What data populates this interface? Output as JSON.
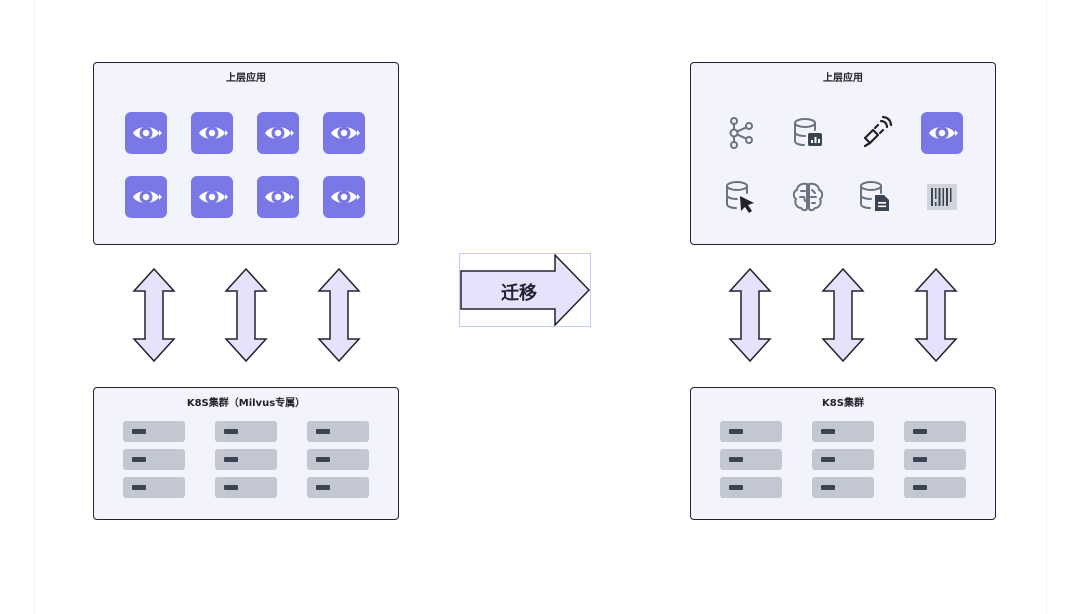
{
  "left_panel": {
    "app_title": "上层应用",
    "app_icons": [
      "eye-icon",
      "eye-icon",
      "eye-icon",
      "eye-icon",
      "eye-icon",
      "eye-icon",
      "eye-icon",
      "eye-icon"
    ],
    "cluster_title": "K8S集群（Milvus专属）"
  },
  "migration": {
    "label": "迁移"
  },
  "right_panel": {
    "app_title": "上层应用",
    "app_icons": [
      "graph-nodes-icon",
      "database-chart-icon",
      "plug-icon",
      "eye-icon",
      "database-cursor-icon",
      "brain-circuit-icon",
      "database-document-icon",
      "barcode-icon"
    ],
    "cluster_title": "K8S集群"
  },
  "colors": {
    "accent": "#7a78e6",
    "arrow_fill": "#e6e2fb",
    "panel_bg": "#f3f3fb",
    "server": "#c3c7d1"
  }
}
